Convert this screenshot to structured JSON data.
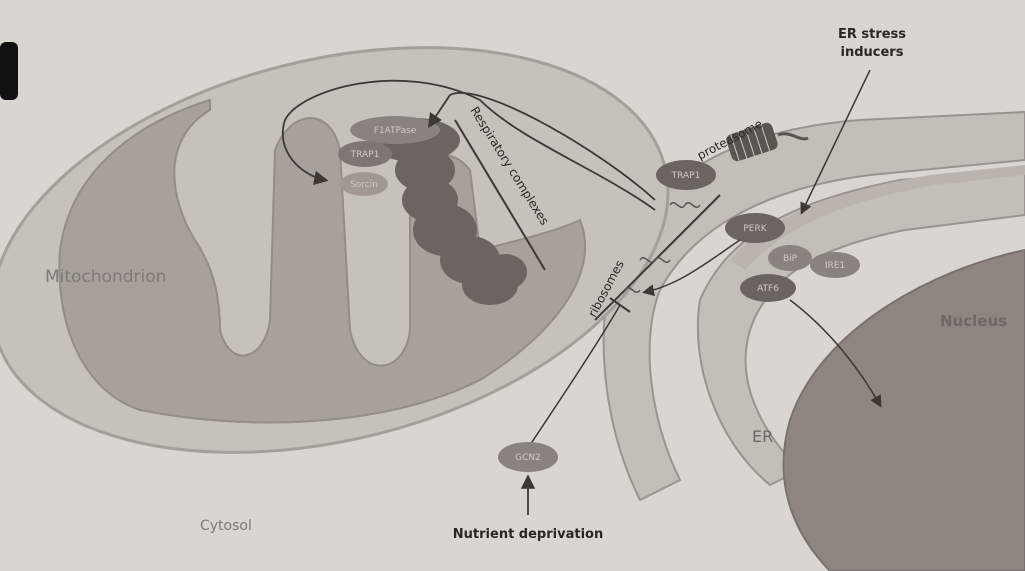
{
  "labels": {
    "mitochondrion": "Mitochondrion",
    "cytosol": "Cytosol",
    "nucleus": "Nucleus",
    "er": "ER",
    "er_stress": [
      "ER stress",
      "inducers"
    ],
    "nutrient": "Nutrient deprivation",
    "proteasome": "proteasome",
    "ribosomes": "ribosomes",
    "respiratory": "Respiratory complexes"
  },
  "proteins": {
    "f1atpase": "F1ATPase",
    "trap1_mito": "TRAP1",
    "sorcin": "Sorcin",
    "trap1_er": "TRAP1",
    "perk": "PERK",
    "bip": "BiP",
    "ire1": "IRE1",
    "atf6": "ATF6",
    "gcn2": "GCN2"
  },
  "colors": {
    "background": "#d9d5d0",
    "mito_outer": "#c7c1bc",
    "mito_inner": "#a8a09b",
    "er": "#c4beb9",
    "nucleus": "#8e8580",
    "complex": "#6c6460",
    "pill": "#8a827e"
  }
}
